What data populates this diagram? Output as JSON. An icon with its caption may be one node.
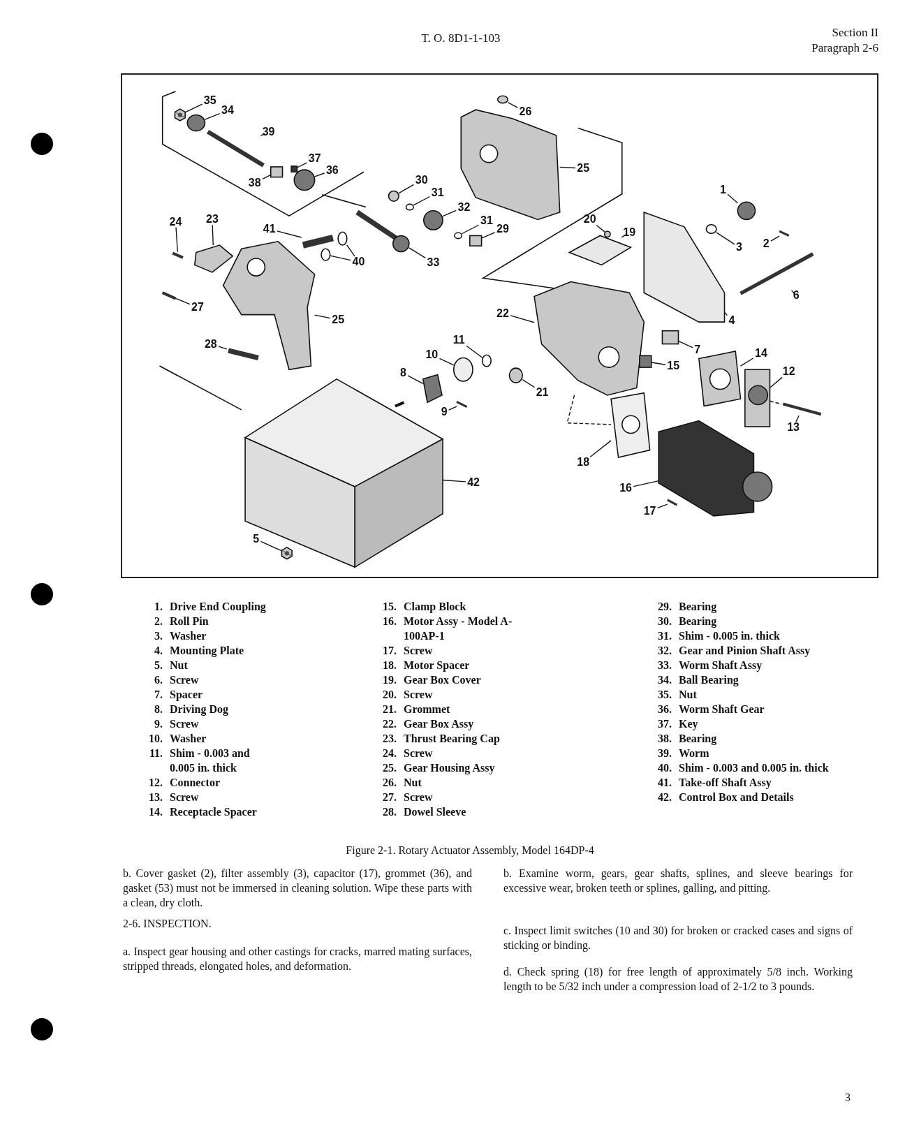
{
  "diagram": {
    "caption": "Figure 2-1. Rotary Actuator Assembly, Model 164DP-4",
    "nodes": [
      {
        "text": [
          "35"
        ]
      },
      {
        "text": [
          "34"
        ]
      },
      {
        "text": [
          "26"
        ]
      },
      {
        "text": [
          "39"
        ]
      },
      {
        "text": [
          "37"
        ]
      },
      {
        "text": [
          "25"
        ]
      },
      {
        "text": [
          "36"
        ]
      },
      {
        "text": [
          "30"
        ]
      },
      {
        "text": [
          "38"
        ]
      },
      {
        "text": [
          "1"
        ]
      },
      {
        "text": [
          "31"
        ]
      },
      {
        "text": [
          "32"
        ]
      },
      {
        "text": [
          "24"
        ]
      },
      {
        "text": [
          "23"
        ]
      },
      {
        "text": [
          "20"
        ]
      },
      {
        "text": [
          "31"
        ]
      },
      {
        "text": [
          "41"
        ]
      },
      {
        "text": [
          "29"
        ]
      },
      {
        "text": [
          "19"
        ]
      },
      {
        "text": [
          "2"
        ]
      },
      {
        "text": [
          "3"
        ]
      },
      {
        "text": [
          "40"
        ]
      },
      {
        "text": [
          "33"
        ]
      },
      {
        "text": [
          "6"
        ]
      },
      {
        "text": [
          "27"
        ]
      },
      {
        "text": [
          "22"
        ]
      },
      {
        "text": [
          "25"
        ]
      },
      {
        "text": [
          "4"
        ]
      },
      {
        "text": [
          "11"
        ]
      },
      {
        "text": [
          "28"
        ]
      },
      {
        "text": [
          "7"
        ]
      },
      {
        "text": [
          "14"
        ]
      },
      {
        "text": [
          "10"
        ]
      },
      {
        "text": [
          "15"
        ]
      },
      {
        "text": [
          "12"
        ]
      },
      {
        "text": [
          "8"
        ]
      },
      {
        "text": [
          "21"
        ]
      },
      {
        "text": [
          "9"
        ]
      },
      {
        "text": [
          "13"
        ]
      },
      {
        "text": [
          "18"
        ]
      },
      {
        "text": [
          "42"
        ]
      },
      {
        "text": [
          "16"
        ]
      },
      {
        "text": [
          "17"
        ]
      },
      {
        "text": [
          "5"
        ]
      },
      {
        "text": [],
        "shape": "picture"
      },
      {
        "text": [],
        "shape": "circle"
      },
      {
        "text": [],
        "shape": "circle"
      },
      {
        "text": [],
        "shape": "picture"
      },
      {
        "text": [],
        "shape": "box"
      },
      {
        "text": [],
        "shape": "picture"
      },
      {
        "text": [],
        "shape": "circle"
      },
      {
        "text": [],
        "shape": "circle"
      },
      {
        "text": [],
        "shape": "box"
      },
      {
        "text": [],
        "shape": "circle"
      },
      {
        "text": [],
        "shape": "circle"
      },
      {
        "text": [],
        "shape": "circle"
      },
      {
        "text": [],
        "shape": "picture"
      },
      {
        "text": [],
        "shape": "picture"
      },
      {
        "text": [],
        "shape": "circle"
      },
      {
        "text": [],
        "shape": "circle"
      },
      {
        "text": [],
        "shape": "picture"
      },
      {
        "text": [],
        "shape": "box"
      },
      {
        "text": [],
        "shape": "picture"
      },
      {
        "text": [],
        "shape": "picture"
      },
      {
        "text": [],
        "shape": "circle"
      },
      {
        "text": [],
        "shape": "circle"
      },
      {
        "text": [],
        "shape": "circle"
      },
      {
        "text": [],
        "shape": "picture"
      },
      {
        "text": [],
        "shape": "picture"
      },
      {
        "text": [],
        "shape": "picture"
      },
      {
        "text": [],
        "shape": "picture"
      },
      {
        "text": [],
        "shape": "picture"
      },
      {
        "text": [],
        "shape": "picture"
      },
      {
        "text": [],
        "shape": "circle"
      },
      {
        "text": [],
        "shape": "picture"
      },
      {
        "text": [],
        "shape": "box"
      },
      {
        "text": [],
        "shape": "picture"
      },
      {
        "text": [],
        "shape": "circle"
      },
      {
        "text": [],
        "shape": "box"
      },
      {
        "text": [],
        "shape": "picture"
      },
      {
        "text": [],
        "shape": "picture"
      },
      {
        "text": [],
        "shape": "circle"
      },
      {
        "text": [],
        "shape": "picture"
      },
      {
        "text": [],
        "shape": "picture"
      },
      {
        "text": [],
        "shape": "picture"
      },
      {
        "text": [],
        "shape": "picture"
      },
      {
        "text": [],
        "shape": "picture"
      },
      {
        "text": [],
        "shape": "picture"
      },
      {
        "text": [],
        "shape": "picture"
      }
    ],
    "edges": [
      {
        "from": 0,
        "to": 44,
        "arrow": "none"
      },
      {
        "from": 1,
        "to": 45,
        "arrow": "none"
      },
      {
        "from": 2,
        "to": 46,
        "arrow": "none"
      },
      {
        "from": 3,
        "to": 47,
        "arrow": "none"
      },
      {
        "from": 4,
        "to": 48,
        "arrow": "none"
      },
      {
        "from": 5,
        "to": 49,
        "arrow": "none"
      },
      {
        "from": 6,
        "to": 50,
        "arrow": "none"
      },
      {
        "from": 7,
        "to": 51,
        "arrow": "none"
      },
      {
        "from": 8,
        "to": 52,
        "arrow": "none"
      },
      {
        "from": 9,
        "to": 53,
        "arrow": "none"
      },
      {
        "from": 10,
        "to": 54,
        "arrow": "none"
      },
      {
        "from": 11,
        "to": 55,
        "arrow": "none"
      },
      {
        "from": 12,
        "to": 56,
        "arrow": "none"
      },
      {
        "from": 13,
        "to": 57,
        "arrow": "none"
      },
      {
        "from": 14,
        "to": 58,
        "arrow": "none"
      },
      {
        "from": 15,
        "to": 59,
        "arrow": "none"
      },
      {
        "from": 16,
        "to": 60,
        "arrow": "none"
      },
      {
        "from": 17,
        "to": 61,
        "arrow": "none"
      },
      {
        "from": 18,
        "to": 62,
        "arrow": "none"
      },
      {
        "from": 19,
        "to": 63,
        "arrow": "none"
      },
      {
        "from": 20,
        "to": 64,
        "arrow": "none"
      },
      {
        "from": 21,
        "to": 65,
        "arrow": "none"
      },
      {
        "from": 21,
        "to": 66,
        "arrow": "none"
      },
      {
        "from": 22,
        "to": 67,
        "arrow": "none"
      },
      {
        "from": 23,
        "to": 68,
        "arrow": "none"
      },
      {
        "from": 24,
        "to": 69,
        "arrow": "none"
      },
      {
        "from": 25,
        "to": 70,
        "arrow": "none"
      },
      {
        "from": 26,
        "to": 71,
        "arrow": "none"
      },
      {
        "from": 27,
        "to": 72,
        "arrow": "none"
      },
      {
        "from": 28,
        "to": 73,
        "arrow": "none"
      },
      {
        "from": 29,
        "to": 74,
        "arrow": "none"
      },
      {
        "from": 30,
        "to": 75,
        "arrow": "none"
      },
      {
        "from": 31,
        "to": 76,
        "arrow": "none"
      },
      {
        "from": 32,
        "to": 77,
        "arrow": "none"
      },
      {
        "from": 33,
        "to": 78,
        "arrow": "none"
      },
      {
        "from": 34,
        "to": 79,
        "arrow": "none"
      },
      {
        "from": 35,
        "to": 80,
        "arrow": "none"
      },
      {
        "from": 36,
        "to": 81,
        "arrow": "none"
      },
      {
        "from": 37,
        "to": 82,
        "arrow": "none"
      },
      {
        "from": 38,
        "to": 83,
        "arrow": "none"
      },
      {
        "from": 39,
        "to": 84,
        "arrow": "none"
      },
      {
        "from": 40,
        "to": 85,
        "arrow": "none"
      },
      {
        "from": 41,
        "to": 86,
        "arrow": "none"
      },
      {
        "from": 42,
        "to": 87,
        "arrow": "none"
      },
      {
        "from": 43,
        "to": 88,
        "arrow": "none"
      },
      {
        "from": 70,
        "to": 84,
        "arrow": "none",
        "style": "dashed"
      },
      {
        "from": 79,
        "to": 83,
        "arrow": "none",
        "style": "dashed"
      }
    ],
    "labels": [
      "T. O. 8D1-1-103",
      "Section II",
      "Paragraph 2-6",
      "1.",
      "Drive End Coupling",
      "2.",
      "Roll Pin",
      "3.",
      "Washer",
      "4.",
      "Mounting Plate",
      "5.",
      "Nut",
      "6.",
      "Screw",
      "7.",
      "Spacer",
      "8.",
      "Driving Dog",
      "9.",
      "Screw",
      "10.",
      "Washer",
      "11.",
      "Shim - 0.003 and 0.005 in. thick",
      "12.",
      "Connector",
      "13.",
      "Screw",
      "14.",
      "Receptacle Spacer",
      "15.",
      "Clamp Block",
      "16.",
      "Motor Assy - Model A-100AP-1",
      "17.",
      "Screw",
      "18.",
      "Motor Spacer",
      "19.",
      "Gear Box Cover",
      "20.",
      "Screw",
      "21.",
      "Grommet",
      "22.",
      "Gear Box Assy",
      "23.",
      "Thrust Bearing Cap",
      "24.",
      "Screw",
      "25.",
      "Gear Housing Assy",
      "26.",
      "Nut",
      "27.",
      "Screw",
      "28.",
      "Dowel Sleeve",
      "29.",
      "Bearing",
      "30.",
      "Bearing",
      "31.",
      "Shim - 0.005 in. thick",
      "32.",
      "Gear and Pinion Shaft Assy",
      "33.",
      "Worm Shaft Assy",
      "34.",
      "Ball Bearing",
      "35.",
      "Nut",
      "36.",
      "Worm Shaft Gear",
      "37.",
      "Key",
      "38.",
      "Bearing",
      "39.",
      "Worm",
      "40.",
      "Shim - 0.003 and 0.005 in. thick",
      "41.",
      "Take-off Shaft Assy",
      "42.",
      "Control Box and Details",
      "b. Cover gasket (2), filter assembly (3), capacitor (17), grommet (36), and gasket (53) must not be immersed in cleaning solution. Wipe these parts with a clean, dry cloth.",
      "2-6. INSPECTION.",
      "a. Inspect gear housing and other castings for cracks, marred mating surfaces, stripped threads, elongated holes, and deformation.",
      "b. Examine worm, gears, gear shafts, splines, and sleeve bearings for excessive wear, broken teeth or splines, galling, and pitting.",
      "c. Inspect limit switches (10 and 30) for broken or cracked cases and signs of sticking or binding.",
      "d. Check spring (18) for free length of approximately 5/8 inch. Working length to be 5/32 inch under a compression load of 2-1/2 to 3 pounds.",
      "3"
    ]
  }
}
